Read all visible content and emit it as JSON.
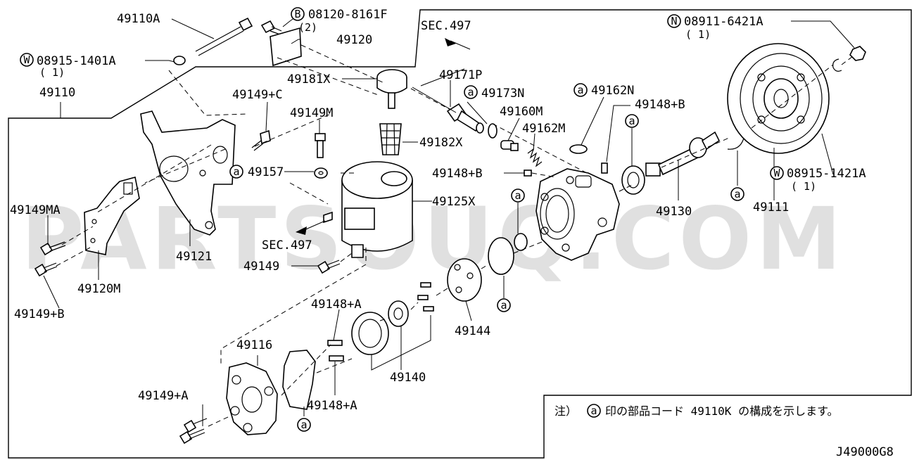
{
  "watermark": "PARTSOUQ.COM",
  "diagram_code": "J49000G8",
  "note": {
    "prefix": "注）",
    "symbol": "a",
    "text": "印の部品コード 49110K の構成を示します。"
  },
  "circle_letters": {
    "bolt": "B",
    "nut": "N",
    "washer": "W",
    "kit": "a"
  },
  "labels": {
    "p49110A": "49110A",
    "p08120": "08120-8161F",
    "q08120": "(2)",
    "p49120": "49120",
    "sec_top": "SEC.497",
    "p08911": "08911-6421A",
    "q08911": "( 1)",
    "p08915a": "08915-1401A",
    "q08915a": "( 1)",
    "p49110": "49110",
    "p49181X": "49181X",
    "p49171P": "49171P",
    "p49149C": "49149+C",
    "p49173N": "49173N",
    "p49162N": "49162N",
    "p49148B_1": "49148+B",
    "p49149M": "49149M",
    "p49160M": "49160M",
    "p49162M": "49162M",
    "p49182X": "49182X",
    "p49157": "49157",
    "p49148B_2": "49148+B",
    "p49125X": "49125X",
    "p49130": "49130",
    "p49111": "49111",
    "p08915b": "08915-1421A",
    "q08915b": "( 1)",
    "p49149MA": "49149MA",
    "p49121": "49121",
    "sec_mid": "SEC.497",
    "p49149": "49149",
    "p49120M": "49120M",
    "p49149B": "49149+B",
    "p49148A_1": "49148+A",
    "p49116": "49116",
    "p49144": "49144",
    "p49140": "49140",
    "p49149A": "49149+A",
    "p49148A_2": "49148+A"
  }
}
